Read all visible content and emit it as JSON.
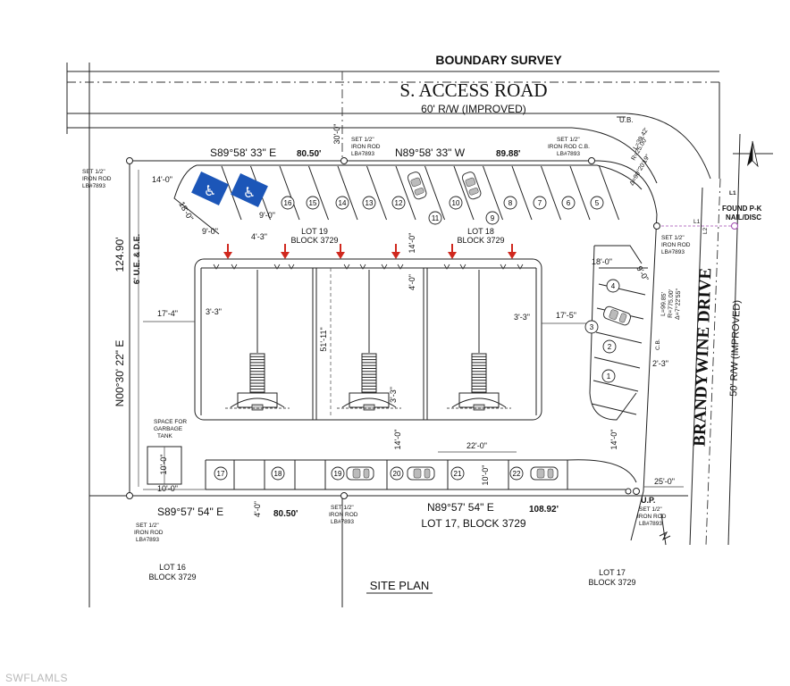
{
  "title": "BOUNDARY SURVEY",
  "road_top": {
    "name": "S. ACCESS ROAD",
    "row": "60' R/W (IMPROVED)"
  },
  "road_right": {
    "name": "BRANDYWINE DRIVE",
    "row": "50' R/W (IMPROVED)"
  },
  "bearings": {
    "top_left": "S89°58' 33\" E",
    "top_left_dist": "80.50'",
    "top_right": "N89°58' 33\" W",
    "top_right_dist": "89.88'",
    "bottom_left": "S89°57' 54\" E",
    "bottom_left_dist": "80.50'",
    "bottom_right": "N89°57' 54\" E",
    "bottom_right_dist": "108.92'",
    "left": "N00°30' 22\" E",
    "left_dist": "124.90'"
  },
  "curve_top": [
    "L=39.42'",
    "R=25.00'",
    "Δ=90°20'19\""
  ],
  "curve_right": [
    "L=99.85'",
    "R=775.00'",
    "Δ=7°22'55\""
  ],
  "monuments": {
    "set_iron_rod": [
      "SET 1/2\"",
      "IRON ROD",
      "LB#7893"
    ],
    "set_iron_rod_cb": [
      "SET 1/2\"",
      "IRON ROD C.B.",
      "LB#7893"
    ],
    "found_pk": [
      "FOUND P-K",
      "NAIL/DISC"
    ]
  },
  "labels": {
    "ub": "U.B.",
    "up": "U.P.",
    "cb": "C.B.",
    "easement": "6' U.E. & D.E.",
    "lot19": [
      "LOT 19",
      "BLOCK 3729"
    ],
    "lot18": [
      "LOT 18",
      "BLOCK 3729"
    ],
    "lot17_block": "LOT 17, BLOCK 3729",
    "lot16": [
      "LOT 16",
      "BLOCK 3729"
    ],
    "lot17": [
      "LOT 17",
      "BLOCK 3729"
    ],
    "garbage": [
      "SPACE FOR",
      "GARBAGE",
      "TANK"
    ],
    "site_plan": "SITE PLAN",
    "l1": "L1",
    "l2": "L2"
  },
  "dims": {
    "d30": "30'-0\"",
    "d14_0": "14'-0\"",
    "d18_0": "18'-0\"",
    "d9_0": "9'-0\"",
    "d4_3": "4'-3\"",
    "d17_4": "17'-4\"",
    "d3_3": "3'-3\"",
    "d51_11": "51'-11\"",
    "d17_5": "17'-5\"",
    "d4_0": "4'-0\"",
    "d22_0": "22'-0\"",
    "d10_0": "10'-0\"",
    "d2_3": "2'-3\"",
    "d25_0": "25'-0\""
  },
  "spaces_top": [
    "16",
    "15",
    "14",
    "13",
    "12",
    "11",
    "10",
    "9",
    "8",
    "7",
    "6",
    "5"
  ],
  "spaces_right": [
    "4",
    "3",
    "2",
    "1"
  ],
  "spaces_bottom": [
    "17",
    "18",
    "19",
    "20",
    "21",
    "22"
  ],
  "watermark": "SWFLAMLS",
  "colors": {
    "arrow": "#d0281e",
    "handicap": "#1c56b8",
    "easement": "#c23a2a"
  }
}
